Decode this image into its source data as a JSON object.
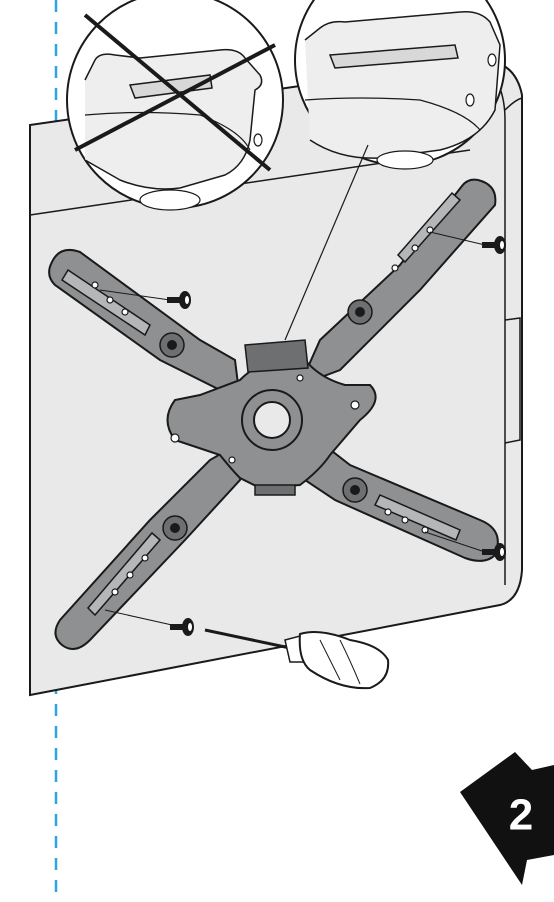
{
  "diagram": {
    "step_number": "2",
    "colors": {
      "outline": "#1a1a1a",
      "tv_panel": "#e8e9e8",
      "bracket": "#8f9091",
      "bracket_dark": "#6e6f70",
      "guide_line": "#2aa6e0",
      "detail_fill": "#ffffff",
      "arrow": "#111111"
    },
    "icons": [
      "tv-back-panel",
      "vesa-mounting-bracket",
      "mounting-screw",
      "screwdriver",
      "detail-callout-incorrect",
      "detail-callout-correct",
      "step-arrow"
    ]
  }
}
